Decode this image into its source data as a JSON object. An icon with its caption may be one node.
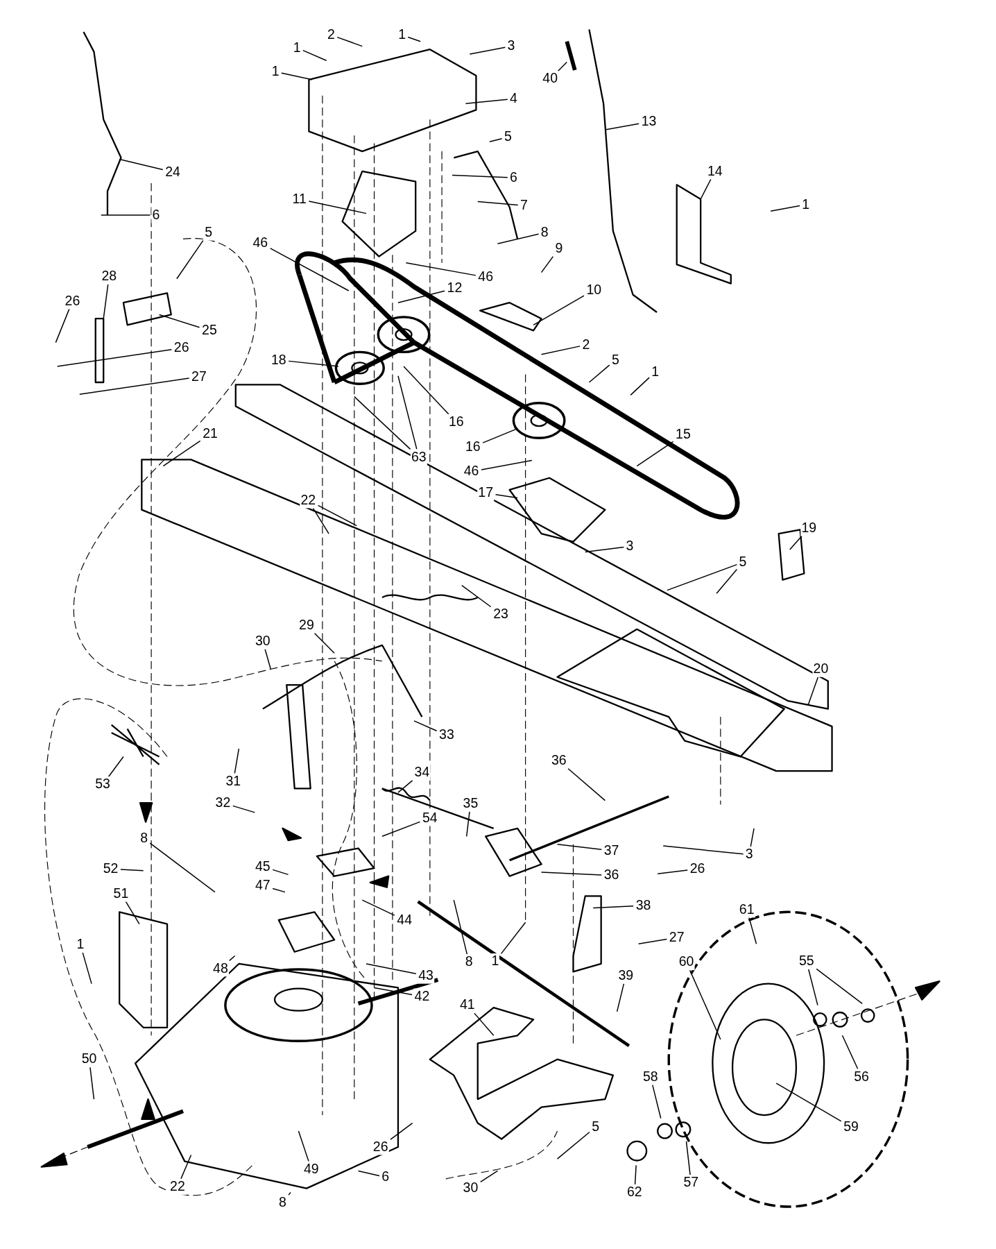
{
  "diagram": {
    "nodes": [
      {
        "text": [
          "1"
        ]
      },
      {
        "text": [
          "1"
        ]
      },
      {
        "text": [
          "2"
        ]
      },
      {
        "text": [
          "1"
        ]
      },
      {
        "text": [
          "3"
        ]
      },
      {
        "text": [
          "4"
        ]
      },
      {
        "text": [
          "5"
        ]
      },
      {
        "text": [
          "6"
        ]
      },
      {
        "text": [
          "7"
        ]
      },
      {
        "text": [
          "8"
        ]
      },
      {
        "text": [
          "9"
        ]
      },
      {
        "text": [
          "10"
        ]
      },
      {
        "text": [
          "11"
        ]
      },
      {
        "text": [
          "46"
        ]
      },
      {
        "text": [
          "46"
        ]
      },
      {
        "text": [
          "12"
        ]
      },
      {
        "text": [
          "18"
        ]
      },
      {
        "text": [
          "16"
        ]
      },
      {
        "text": [
          "63"
        ]
      },
      {
        "text": [
          "2"
        ]
      },
      {
        "text": [
          "5"
        ]
      },
      {
        "text": [
          "1"
        ]
      },
      {
        "text": [
          "16"
        ]
      },
      {
        "text": [
          "46"
        ]
      },
      {
        "text": [
          "15"
        ]
      },
      {
        "text": [
          "17"
        ]
      },
      {
        "text": [
          "3"
        ]
      },
      {
        "text": [
          "13"
        ]
      },
      {
        "text": [
          "40"
        ]
      },
      {
        "text": [
          "14"
        ]
      },
      {
        "text": [
          "1"
        ]
      },
      {
        "text": [
          "24"
        ]
      },
      {
        "text": [
          "6"
        ]
      },
      {
        "text": [
          "5"
        ]
      },
      {
        "text": [
          "28"
        ]
      },
      {
        "text": [
          "26"
        ]
      },
      {
        "text": [
          "25"
        ]
      },
      {
        "text": [
          "26"
        ]
      },
      {
        "text": [
          "27"
        ]
      },
      {
        "text": [
          "21"
        ]
      },
      {
        "text": [
          "22"
        ]
      },
      {
        "text": [
          "19"
        ]
      },
      {
        "text": [
          "5"
        ]
      },
      {
        "text": [
          "23"
        ]
      },
      {
        "text": [
          "20"
        ]
      },
      {
        "text": [
          "30"
        ]
      },
      {
        "text": [
          "29"
        ]
      },
      {
        "text": [
          "33"
        ]
      },
      {
        "text": [
          "53"
        ]
      },
      {
        "text": [
          "31"
        ]
      },
      {
        "text": [
          "32"
        ]
      },
      {
        "text": [
          "34"
        ]
      },
      {
        "text": [
          "35"
        ]
      },
      {
        "text": [
          "54"
        ]
      },
      {
        "text": [
          "36"
        ]
      },
      {
        "text": [
          "37"
        ]
      },
      {
        "text": [
          "36"
        ]
      },
      {
        "text": [
          "3"
        ]
      },
      {
        "text": [
          "26"
        ]
      },
      {
        "text": [
          "8"
        ]
      },
      {
        "text": [
          "52"
        ]
      },
      {
        "text": [
          "51"
        ]
      },
      {
        "text": [
          "45"
        ]
      },
      {
        "text": [
          "47"
        ]
      },
      {
        "text": [
          "44"
        ]
      },
      {
        "text": [
          "48"
        ]
      },
      {
        "text": [
          "43"
        ]
      },
      {
        "text": [
          "42"
        ]
      },
      {
        "text": [
          "8"
        ]
      },
      {
        "text": [
          "1"
        ]
      },
      {
        "text": [
          "38"
        ]
      },
      {
        "text": [
          "27"
        ]
      },
      {
        "text": [
          "1"
        ]
      },
      {
        "text": [
          "39"
        ]
      },
      {
        "text": [
          "41"
        ]
      },
      {
        "text": [
          "61"
        ]
      },
      {
        "text": [
          "60"
        ]
      },
      {
        "text": [
          "55"
        ]
      },
      {
        "text": [
          "56"
        ]
      },
      {
        "text": [
          "59"
        ]
      },
      {
        "text": [
          "58"
        ]
      },
      {
        "text": [
          "57"
        ]
      },
      {
        "text": [
          "62"
        ]
      },
      {
        "text": [
          "50"
        ]
      },
      {
        "text": [
          "22"
        ]
      },
      {
        "text": [
          "49"
        ]
      },
      {
        "text": [
          "6"
        ]
      },
      {
        "text": [
          "8"
        ]
      },
      {
        "text": [
          "26"
        ]
      },
      {
        "text": [
          "30"
        ]
      },
      {
        "text": [
          "5"
        ]
      }
    ],
    "edges": [
      {
        "from": 0,
        "to": null,
        "arrow": "none"
      },
      {
        "from": 1,
        "to": null,
        "arrow": "none"
      },
      {
        "from": 2,
        "to": null,
        "arrow": "none"
      },
      {
        "from": 3,
        "to": null,
        "arrow": "none"
      },
      {
        "from": 4,
        "to": null,
        "arrow": "none"
      },
      {
        "from": 5,
        "to": null,
        "arrow": "none"
      },
      {
        "from": 6,
        "to": null,
        "arrow": "none"
      },
      {
        "from": 7,
        "to": null,
        "arrow": "none"
      },
      {
        "from": 8,
        "to": null,
        "arrow": "none"
      },
      {
        "from": 9,
        "to": null,
        "arrow": "none"
      },
      {
        "from": 10,
        "to": null,
        "arrow": "none"
      },
      {
        "from": 11,
        "to": null,
        "arrow": "none"
      },
      {
        "from": 12,
        "to": null,
        "arrow": "none"
      },
      {
        "from": 13,
        "to": null,
        "arrow": "none"
      },
      {
        "from": 14,
        "to": null,
        "arrow": "none"
      },
      {
        "from": 15,
        "to": null,
        "arrow": "none"
      },
      {
        "from": 16,
        "to": null,
        "arrow": "none"
      },
      {
        "from": 17,
        "to": null,
        "arrow": "none"
      },
      {
        "from": 18,
        "to": null,
        "arrow": "none"
      },
      {
        "from": 18,
        "to": null,
        "arrow": "none"
      },
      {
        "from": 19,
        "to": null,
        "arrow": "none"
      },
      {
        "from": 20,
        "to": null,
        "arrow": "none"
      },
      {
        "from": 21,
        "to": null,
        "arrow": "none"
      },
      {
        "from": 22,
        "to": null,
        "arrow": "none"
      },
      {
        "from": 23,
        "to": null,
        "arrow": "none"
      },
      {
        "from": 24,
        "to": null,
        "arrow": "none"
      },
      {
        "from": 25,
        "to": null,
        "arrow": "none"
      },
      {
        "from": 26,
        "to": null,
        "arrow": "none"
      },
      {
        "from": 27,
        "to": null,
        "arrow": "none"
      },
      {
        "from": 28,
        "to": null,
        "arrow": "none"
      },
      {
        "from": 29,
        "to": null,
        "arrow": "none"
      },
      {
        "from": 30,
        "to": null,
        "arrow": "none"
      },
      {
        "from": 31,
        "to": null,
        "arrow": "none"
      },
      {
        "from": 32,
        "to": null,
        "arrow": "none"
      },
      {
        "from": 33,
        "to": null,
        "arrow": "none"
      },
      {
        "from": 34,
        "to": null,
        "arrow": "none"
      },
      {
        "from": 35,
        "to": null,
        "arrow": "none"
      },
      {
        "from": 36,
        "to": null,
        "arrow": "none"
      },
      {
        "from": 37,
        "to": null,
        "arrow": "none"
      },
      {
        "from": 38,
        "to": null,
        "arrow": "none"
      },
      {
        "from": 39,
        "to": null,
        "arrow": "none"
      },
      {
        "from": 40,
        "to": null,
        "arrow": "none"
      },
      {
        "from": 40,
        "to": null,
        "arrow": "none"
      },
      {
        "from": 41,
        "to": null,
        "arrow": "none"
      },
      {
        "from": 42,
        "to": null,
        "arrow": "none"
      },
      {
        "from": 42,
        "to": null,
        "arrow": "none"
      },
      {
        "from": 43,
        "to": null,
        "arrow": "none"
      },
      {
        "from": 44,
        "to": null,
        "arrow": "none"
      },
      {
        "from": 45,
        "to": null,
        "arrow": "none"
      },
      {
        "from": 46,
        "to": null,
        "arrow": "none"
      },
      {
        "from": 47,
        "to": null,
        "arrow": "none"
      },
      {
        "from": 48,
        "to": null,
        "arrow": "none"
      },
      {
        "from": 49,
        "to": null,
        "arrow": "none"
      },
      {
        "from": 50,
        "to": null,
        "arrow": "none"
      },
      {
        "from": 51,
        "to": null,
        "arrow": "none"
      },
      {
        "from": 52,
        "to": null,
        "arrow": "none"
      },
      {
        "from": 53,
        "to": null,
        "arrow": "none"
      },
      {
        "from": 54,
        "to": null,
        "arrow": "none"
      },
      {
        "from": 55,
        "to": null,
        "arrow": "none"
      },
      {
        "from": 56,
        "to": null,
        "arrow": "none"
      },
      {
        "from": 57,
        "to": null,
        "arrow": "none"
      },
      {
        "from": 57,
        "to": null,
        "arrow": "none"
      },
      {
        "from": 58,
        "to": null,
        "arrow": "none"
      },
      {
        "from": 59,
        "to": null,
        "arrow": "none"
      },
      {
        "from": 60,
        "to": null,
        "arrow": "none"
      },
      {
        "from": 61,
        "to": null,
        "arrow": "none"
      },
      {
        "from": 62,
        "to": null,
        "arrow": "none"
      },
      {
        "from": 63,
        "to": null,
        "arrow": "none"
      },
      {
        "from": 64,
        "to": null,
        "arrow": "none"
      },
      {
        "from": 65,
        "to": null,
        "arrow": "none"
      },
      {
        "from": 66,
        "to": null,
        "arrow": "none"
      },
      {
        "from": 67,
        "to": null,
        "arrow": "none"
      },
      {
        "from": 68,
        "to": null,
        "arrow": "none"
      },
      {
        "from": 69,
        "to": null,
        "arrow": "none"
      },
      {
        "from": 70,
        "to": null,
        "arrow": "none"
      },
      {
        "from": 71,
        "to": null,
        "arrow": "none"
      },
      {
        "from": 72,
        "to": null,
        "arrow": "none"
      },
      {
        "from": 73,
        "to": null,
        "arrow": "none"
      },
      {
        "from": 74,
        "to": null,
        "arrow": "none"
      },
      {
        "from": 75,
        "to": null,
        "arrow": "none"
      },
      {
        "from": 76,
        "to": null,
        "arrow": "none"
      },
      {
        "from": 77,
        "to": null,
        "arrow": "none"
      },
      {
        "from": 77,
        "to": null,
        "arrow": "none"
      },
      {
        "from": 78,
        "to": null,
        "arrow": "none"
      },
      {
        "from": 79,
        "to": null,
        "arrow": "none"
      },
      {
        "from": 80,
        "to": null,
        "arrow": "none"
      },
      {
        "from": 81,
        "to": null,
        "arrow": "none"
      },
      {
        "from": 82,
        "to": null,
        "arrow": "none"
      },
      {
        "from": 83,
        "to": null,
        "arrow": "none"
      },
      {
        "from": 84,
        "to": null,
        "arrow": "none"
      },
      {
        "from": 85,
        "to": null,
        "arrow": "none"
      },
      {
        "from": 86,
        "to": null,
        "arrow": "none"
      },
      {
        "from": 87,
        "to": null,
        "arrow": "none"
      },
      {
        "from": 88,
        "to": null,
        "arrow": "none"
      },
      {
        "from": 89,
        "to": null,
        "arrow": "none"
      },
      {
        "from": 90,
        "to": null,
        "arrow": "none"
      }
    ]
  }
}
